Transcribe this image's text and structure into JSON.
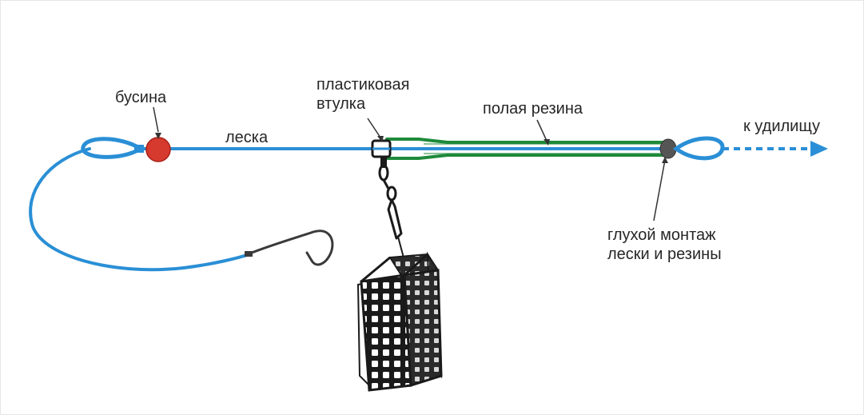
{
  "labels": {
    "bead": "бусина",
    "line": "леска",
    "sleeve": [
      "пластиковая",
      "втулка"
    ],
    "rubber": "полая резина",
    "to_rod": "к удилищу",
    "fixed": [
      "глухой монтаж",
      "лески и резины"
    ]
  },
  "colors": {
    "line": "#2a8fd6",
    "rubber": "#1e8a3a",
    "bead": "#d63a2e",
    "knot": "#555555",
    "feeder": "#1a1a1a",
    "text": "#262626"
  }
}
